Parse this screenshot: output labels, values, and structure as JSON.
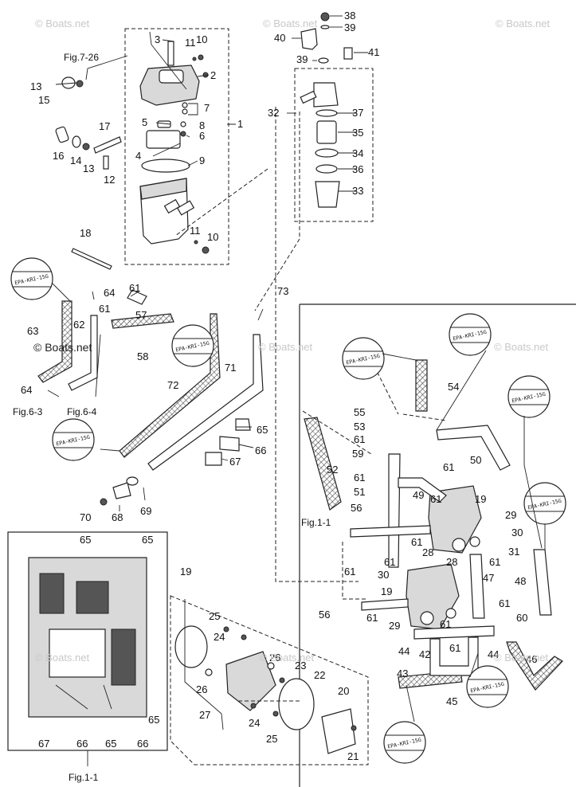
{
  "watermarks": [
    "© Boats.net",
    "© Boats.net",
    "© Boats.net",
    "© Boats.net",
    "© Boats.net",
    "© Boats.net",
    "© Boats.net",
    "© Boats.net"
  ],
  "watermark_dark": "© Boats.net",
  "figure_refs": {
    "fig_7_26": "Fig.7-26",
    "fig_6_3": "Fig.6-3",
    "fig_6_4": "Fig.6-4",
    "fig_1_1_right": "Fig.1-1",
    "fig_1_1_bottom": "Fig.1-1"
  },
  "epa_label": "EPA-KRI-15G",
  "callouts": {
    "c1": "1",
    "c2": "2",
    "c3": "3",
    "c4": "4",
    "c5": "5",
    "c6": "6",
    "c7": "7",
    "c8": "8",
    "c9": "9",
    "c10a": "10",
    "c10b": "10",
    "c11a": "11",
    "c11b": "11",
    "c12": "12",
    "c13a": "13",
    "c13b": "13",
    "c14": "14",
    "c15": "15",
    "c16": "16",
    "c17": "17",
    "c18": "18",
    "c19a": "19",
    "c19b": "19",
    "c19c": "19",
    "c20": "20",
    "c21": "21",
    "c22": "22",
    "c23": "23",
    "c24a": "24",
    "c24b": "24",
    "c25a": "25",
    "c25b": "25",
    "c26a": "26",
    "c26b": "26",
    "c27": "27",
    "c28a": "28",
    "c28b": "28",
    "c29a": "29",
    "c29b": "29",
    "c30a": "30",
    "c30b": "30",
    "c31": "31",
    "c32": "32",
    "c33": "33",
    "c34": "34",
    "c35": "35",
    "c36": "36",
    "c37": "37",
    "c38": "38",
    "c39a": "39",
    "c39b": "39",
    "c40": "40",
    "c41": "41",
    "c42": "42",
    "c43": "43",
    "c44a": "44",
    "c44b": "44",
    "c45": "45",
    "c46": "46",
    "c47": "47",
    "c48": "48",
    "c49": "49",
    "c50": "50",
    "c51": "51",
    "c52": "52",
    "c53": "53",
    "c54": "54",
    "c55": "55",
    "c56a": "56",
    "c56b": "56",
    "c57": "57",
    "c58": "58",
    "c59": "59",
    "c60": "60",
    "c61a": "61",
    "c61b": "61",
    "c61c": "61",
    "c61d": "61",
    "c61e": "61",
    "c61f": "61",
    "c61g": "61",
    "c61h": "61",
    "c61i": "61",
    "c61j": "61",
    "c61k": "61",
    "c61l": "61",
    "c61m": "61",
    "c61n": "61",
    "c62": "62",
    "c63": "63",
    "c64a": "64",
    "c64b": "64",
    "c65a": "65",
    "c65b": "65",
    "c65c": "65",
    "c65d": "65",
    "c65e": "65",
    "c66a": "66",
    "c66b": "66",
    "c66c": "66",
    "c67a": "67",
    "c67b": "67",
    "c68": "68",
    "c69": "69",
    "c70": "70",
    "c71": "71",
    "c72": "72",
    "c73": "73"
  }
}
